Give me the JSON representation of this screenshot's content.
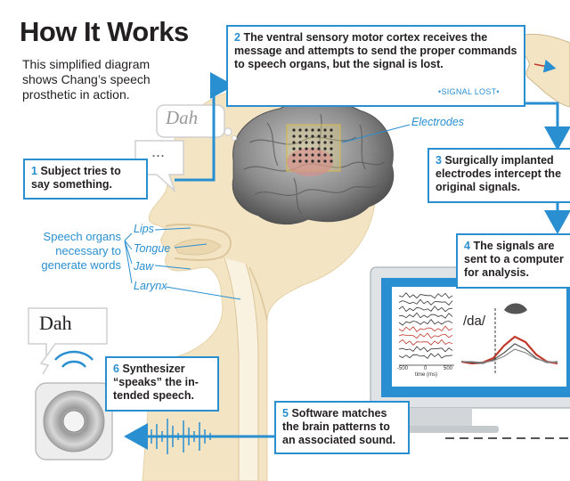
{
  "title": "How It Works",
  "intro": "This simplified diagram shows Chang’s speech prosthetic in action.",
  "steps": [
    {
      "num": "1",
      "text": "Subject tries to say something."
    },
    {
      "num": "2",
      "text": "The ventral sensory motor cortex receives the message and attempts to send the proper commands to speech organs, but the signal is lost."
    },
    {
      "num": "3",
      "text": "Surgically implanted electrodes intercept the original signals."
    },
    {
      "num": "4",
      "text": "The signals are sent to a computer for analysis."
    },
    {
      "num": "5",
      "text": "Software matches the brain patterns to an associated sound."
    },
    {
      "num": "6",
      "text": "Synthesizer “speaks” the in-tended speech."
    }
  ],
  "signal_lost": "•SIGNAL LOST•",
  "electrodes_label": "Electrodes",
  "thought_bubble": "Dah",
  "speech_ellipsis": "...",
  "speaker_bubble": "Dah",
  "speech_organs_label": "Speech organs necessary to generate words",
  "organs": [
    "Lips",
    "Tongue",
    "Jaw",
    "Larynx"
  ],
  "monitor": {
    "syllable": "/da/",
    "axis_ticks": [
      "-500",
      "0",
      "500"
    ],
    "axis_label": "time (ms)"
  },
  "colors": {
    "accent_blue": "#2a8fd0",
    "skin": "#f3e4c4",
    "brain": "#7b7b7b",
    "signal_red": "#c0392b",
    "text_dark": "#231f20"
  }
}
